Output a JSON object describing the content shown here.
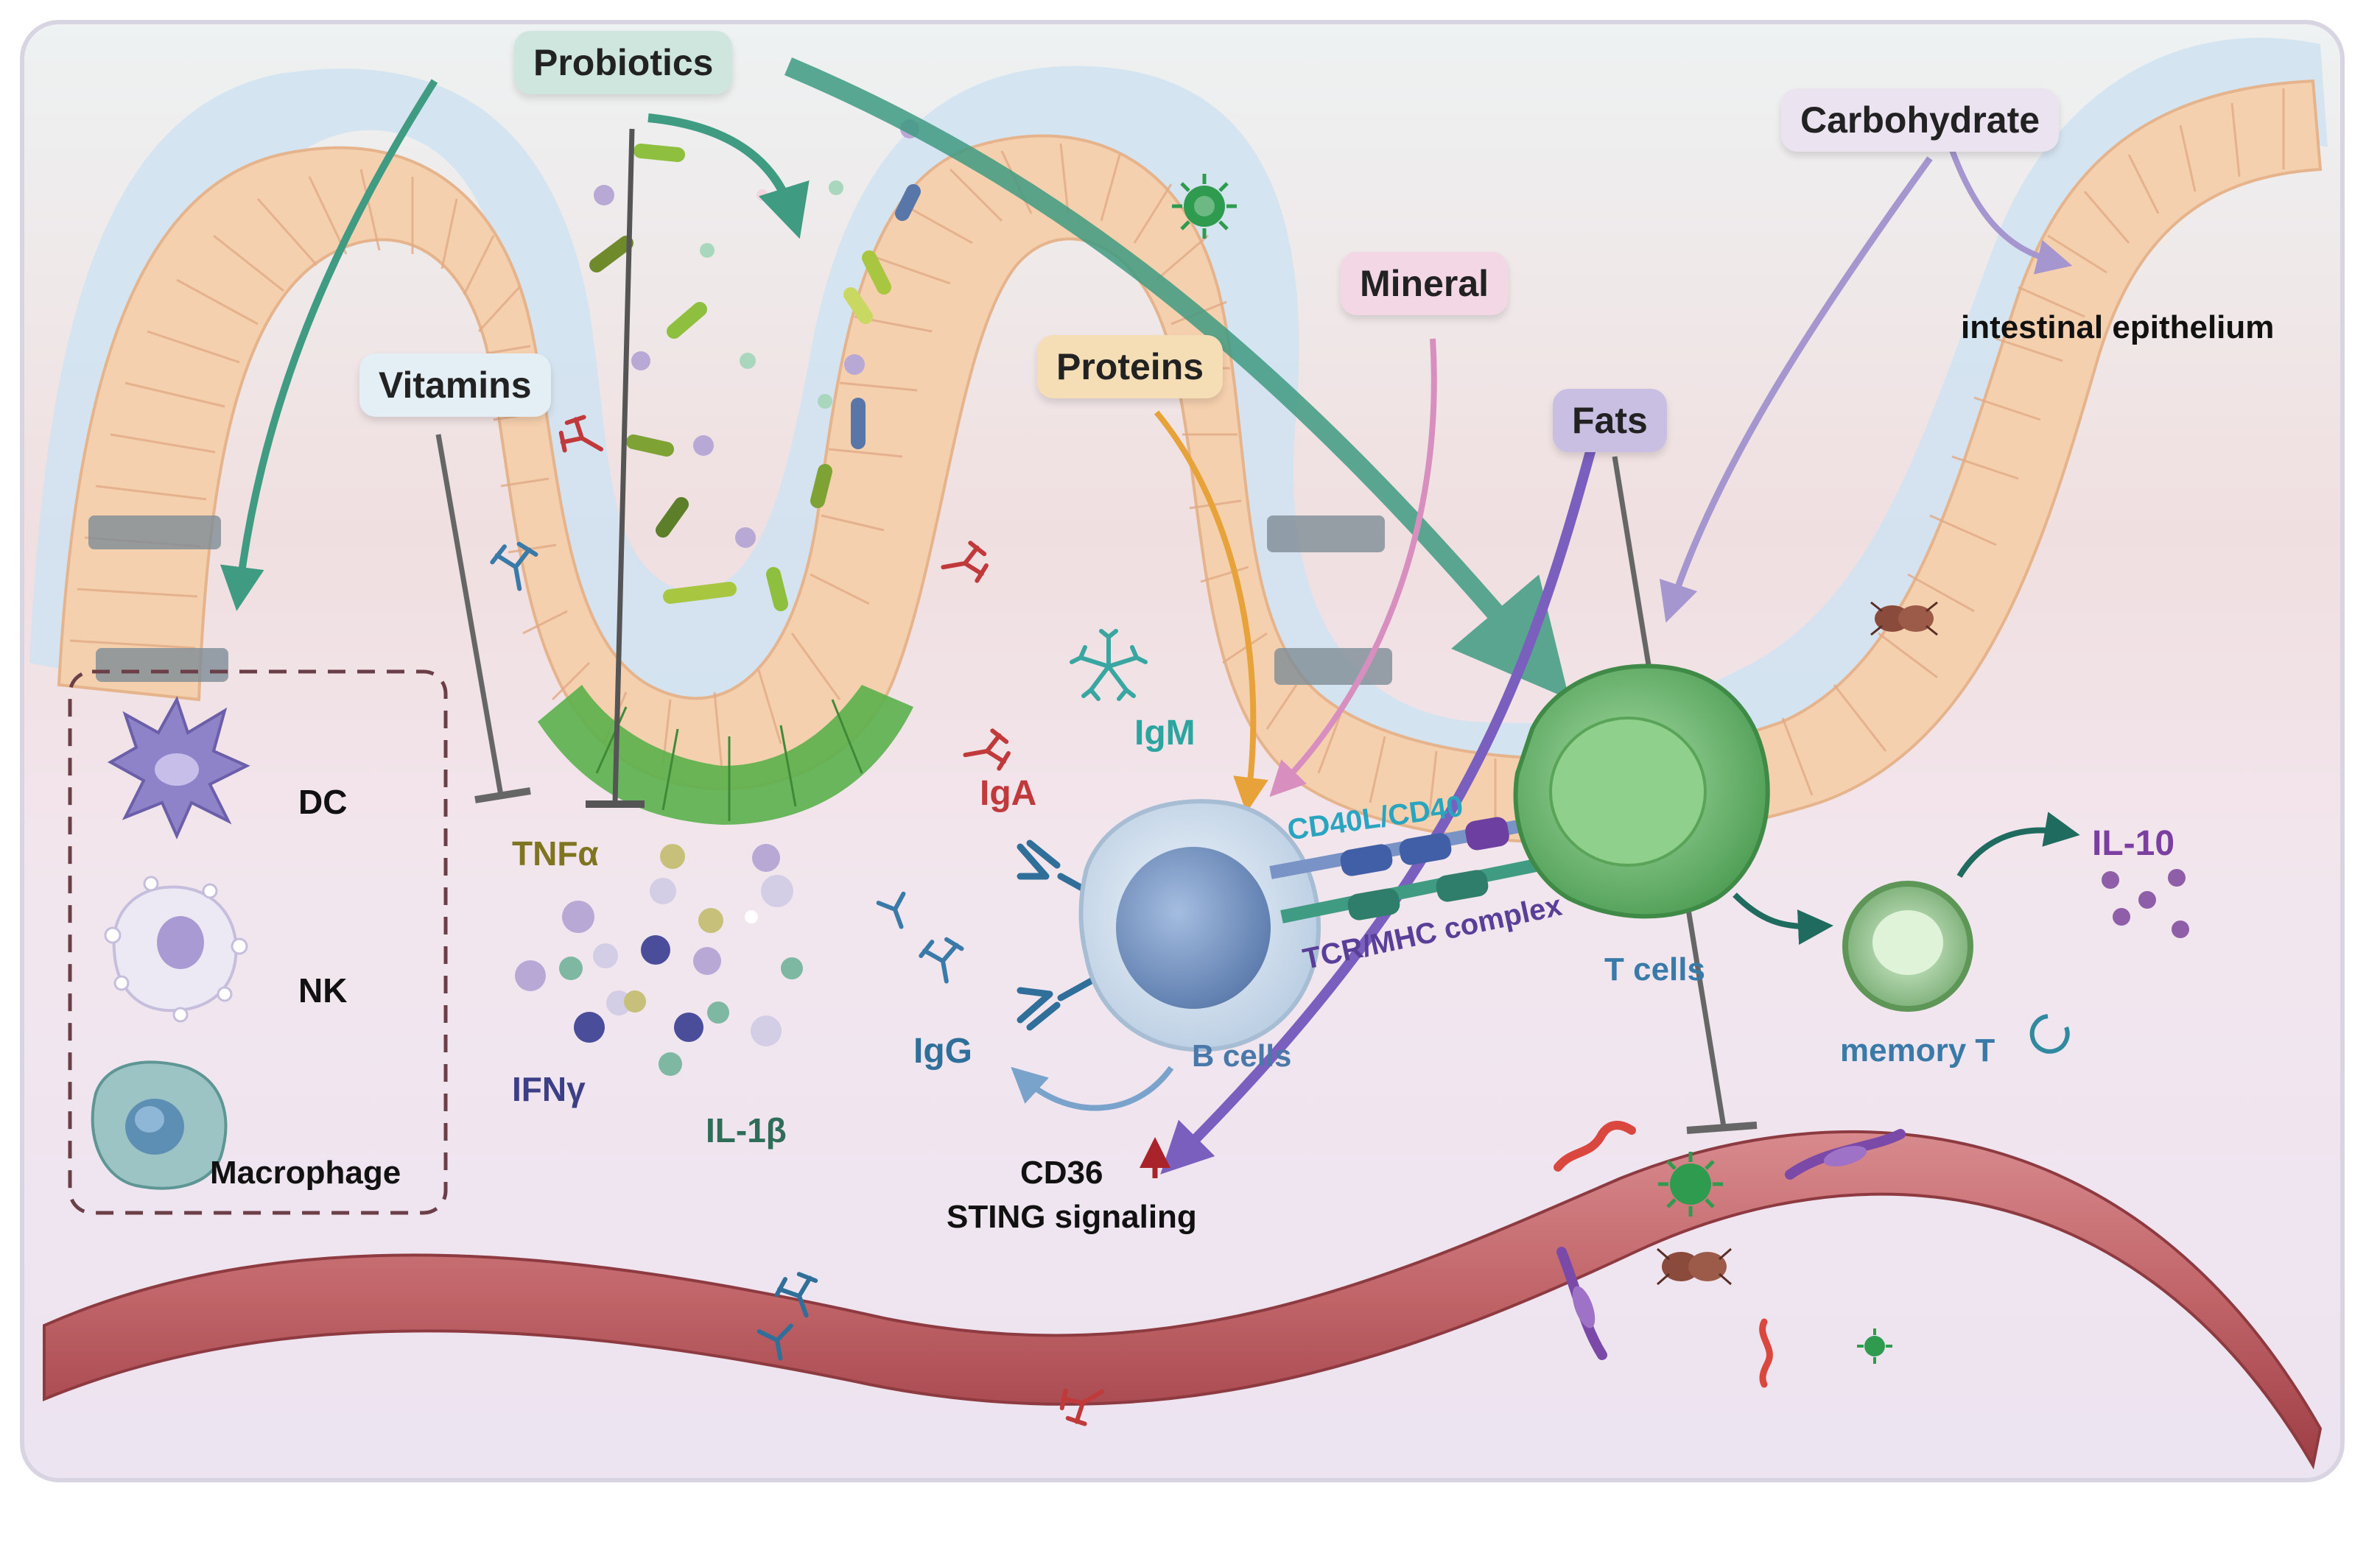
{
  "nutrients": {
    "probiotics": "Probiotics",
    "vitamins": "Vitamins",
    "proteins": "Proteins",
    "mineral": "Mineral",
    "fats": "Fats",
    "carbohydrate": "Carbohydrate"
  },
  "tissue": {
    "epithelium": "intestinal epithelium"
  },
  "innate_cells": {
    "dc": "DC",
    "nk": "NK",
    "macrophage": "Macrophage"
  },
  "cytokines": {
    "tnf": "TNFα",
    "ifn": "IFNγ",
    "il1b": "IL-1β",
    "il10": "IL-10"
  },
  "antibodies": {
    "iga": "IgA",
    "igm": "IgM",
    "igg": "IgG"
  },
  "adaptive": {
    "b_cells": "B cells",
    "t_cells": "T cells",
    "memory_t": "memory T",
    "cd40": "CD40L/CD40",
    "tcr": "TCR/MHC complex"
  },
  "signaling": {
    "cd36": "CD36",
    "sting": "STING signaling"
  },
  "colors": {
    "epithelium": "#f6d3b4",
    "mucus": "#c9dff0",
    "green_cells": "#5bb04d",
    "vessel": "#b94f55",
    "t_cell": "#6dbb6e",
    "b_cell": "#7f9cc9",
    "probiotic_arrow": "#3f9b82",
    "fats_arrow": "#7b5fbf",
    "protein_arrow": "#e8a23a",
    "mineral_arrow": "#d88fc0",
    "carb_arrow": "#a596cf",
    "inhibit_line": "#666666"
  },
  "icons": [
    "dendritic-cell-icon",
    "nk-cell-icon",
    "macrophage-icon",
    "b-cell-icon",
    "t-cell-icon",
    "memory-t-cell-icon",
    "virus-icon",
    "mite-icon",
    "bacteria-icon",
    "antibody-icon"
  ]
}
